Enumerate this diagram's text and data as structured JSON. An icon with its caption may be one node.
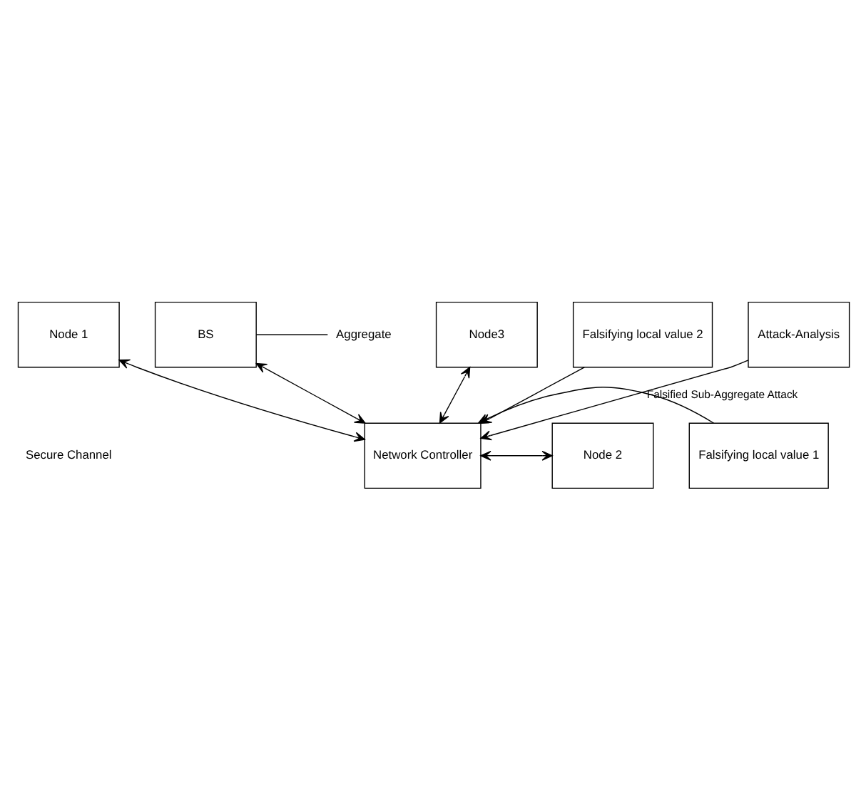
{
  "diagram": {
    "nodes": [
      {
        "text": [
          "BS"
        ]
      },
      {
        "text": [
          "Aggregate"
        ]
      },
      {
        "text": [
          "Node 1"
        ]
      },
      {
        "text": [
          "Node 2"
        ]
      },
      {
        "text": [
          "Node3"
        ]
      },
      {
        "text": [
          "Network Controller"
        ]
      },
      {
        "text": [
          "Falsifying local value 1"
        ]
      },
      {
        "text": [
          "Falsifying local value 2"
        ]
      },
      {
        "text": [
          "Attack-Analysis"
        ]
      }
    ],
    "edges": [
      {
        "from": 0,
        "to": 1,
        "arrow": "none"
      },
      {
        "from": 0,
        "to": 5,
        "arrow": "both"
      },
      {
        "from": 2,
        "to": 5,
        "arrow": "both"
      },
      {
        "from": 3,
        "to": 5,
        "arrow": "both"
      },
      {
        "from": 4,
        "to": 5,
        "arrow": "both"
      },
      {
        "from": 6,
        "to": 5,
        "arrow": "to"
      },
      {
        "from": 7,
        "to": 5,
        "arrow": "to"
      },
      {
        "from": 8,
        "to": 5,
        "arrow": "to",
        "label": "Falsified Sub-Aggregate Attack"
      }
    ],
    "labels": [
      "Secure Channel"
    ]
  }
}
